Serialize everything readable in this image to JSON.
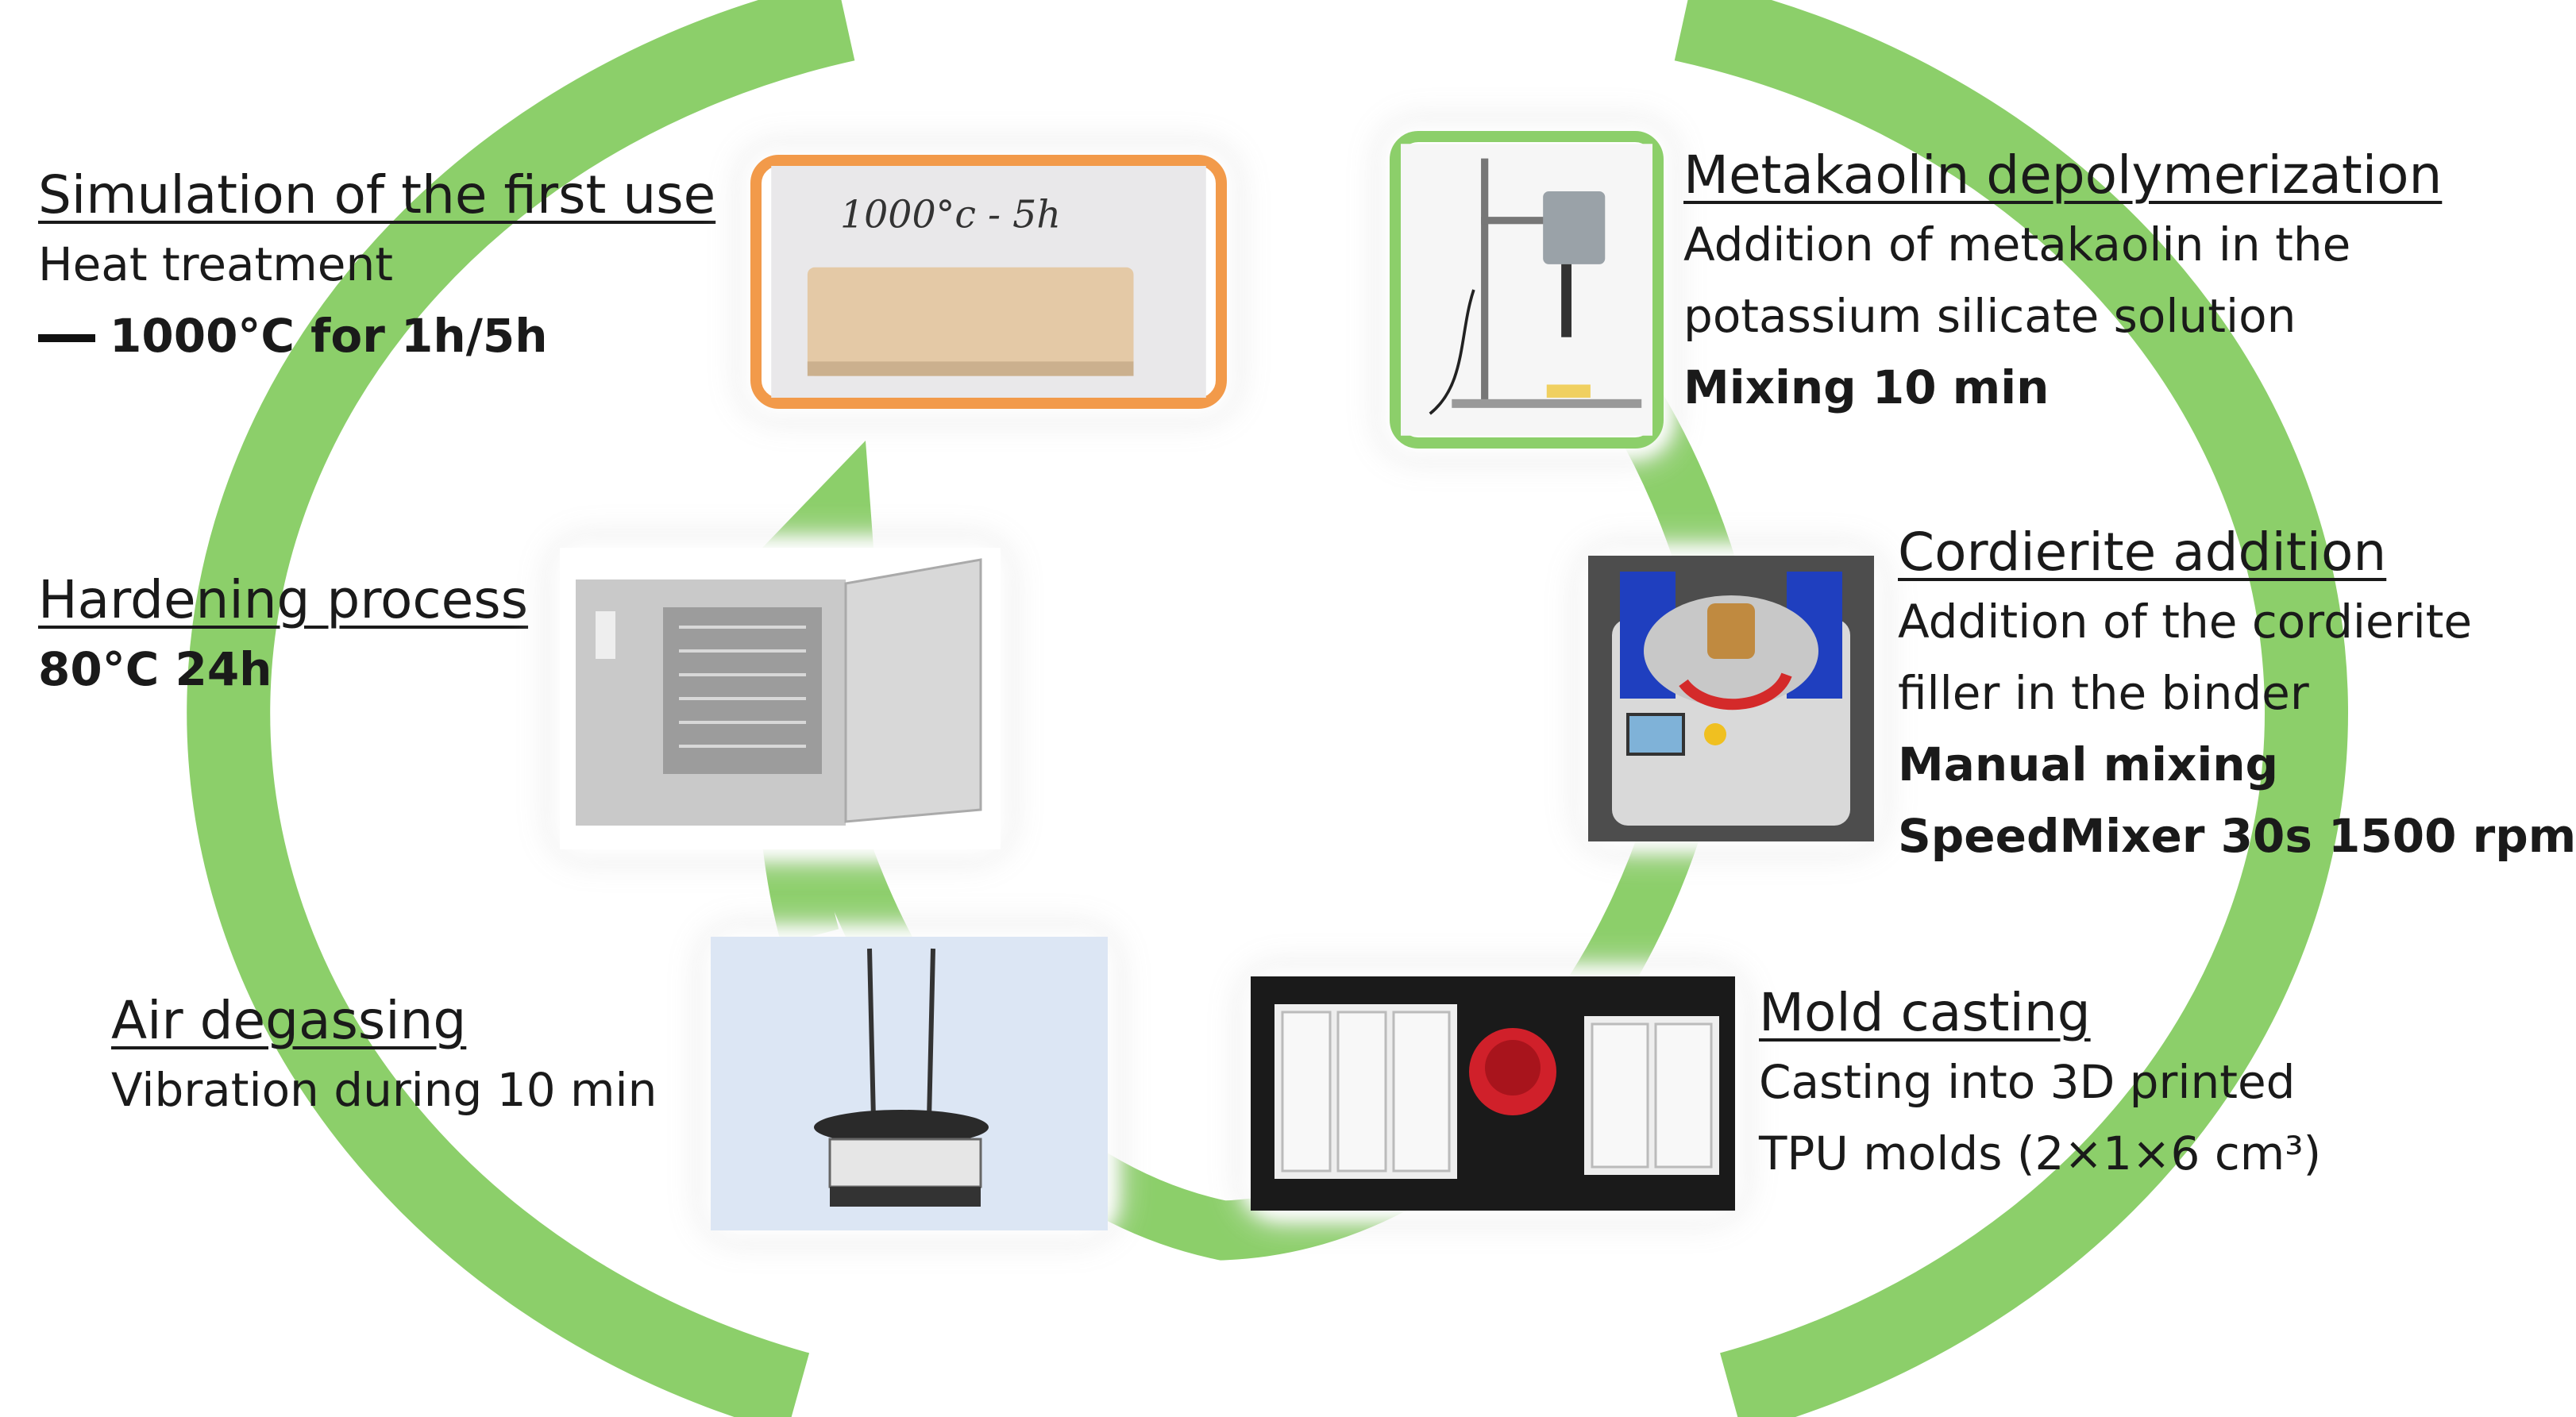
{
  "colors": {
    "arrow": "#8ccf6a",
    "highlight_orange": "#f29a4a",
    "highlight_green": "#8ccf6a"
  },
  "steps": {
    "first_use": {
      "title": "Simulation of the first use",
      "line1": "Heat treatment",
      "line2": "1000°C for 1h/5h",
      "photo_caption": "1000°c - 5h"
    },
    "depolymerization": {
      "title": "Metakaolin depolymerization",
      "line1": "Addition of metakaolin in the",
      "line2": "potassium silicate solution",
      "line3": "Mixing 10 min"
    },
    "cordierite": {
      "title": "Cordierite addition",
      "line1": "Addition of the cordierite",
      "line2": "filler in the binder",
      "line3": "Manual mixing",
      "line4": "SpeedMixer 30s 1500 rpm"
    },
    "hardening": {
      "title": "Hardening process",
      "line1": "80°C 24h"
    },
    "degassing": {
      "title": "Air degassing",
      "line1": "Vibration during 10 min"
    },
    "casting": {
      "title": "Mold casting",
      "line1": "Casting into 3D printed",
      "line2": "TPU molds (2×1×6 cm³)"
    }
  }
}
